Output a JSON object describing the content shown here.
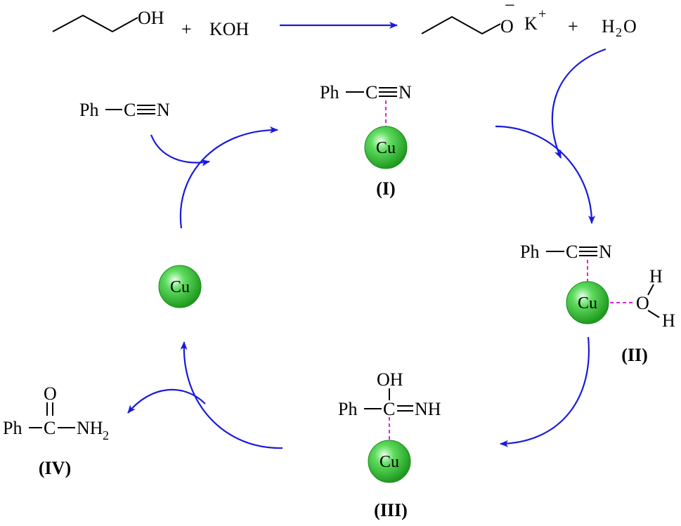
{
  "reaction": {
    "alcohol_oh": "OH",
    "plus1": "+",
    "koh": "KOH",
    "alkoxide_o": "O",
    "alkoxide_minus": "−",
    "alkoxide_k": "K",
    "alkoxide_plus": "+",
    "plus2": "+",
    "water_h": "H",
    "water_sub": "2",
    "water_o": "O"
  },
  "species": {
    "I": {
      "label": "(I)",
      "ph": "Ph",
      "c": "C",
      "n": "N",
      "metal": "Cu"
    },
    "II": {
      "label": "(II)",
      "ph": "Ph",
      "c": "C",
      "n": "N",
      "metal": "Cu",
      "water_o": "O",
      "water_h1": "H",
      "water_h2": "H"
    },
    "III": {
      "label": "(III)",
      "ph": "Ph",
      "c": "C",
      "oh": "OH",
      "nh": "NH",
      "metal": "Cu"
    },
    "IV": {
      "label": "(IV)",
      "ph": "Ph",
      "c": "C",
      "o": "O",
      "nh": "NH",
      "nh_sub": "2"
    },
    "catalyst": {
      "metal": "Cu"
    },
    "nitrile": {
      "ph": "Ph",
      "c": "C",
      "n": "N"
    }
  },
  "colors": {
    "arrow": "#1a1adc",
    "coordination_bond": "#e020e0",
    "cu_sphere": "#3cc83c"
  }
}
